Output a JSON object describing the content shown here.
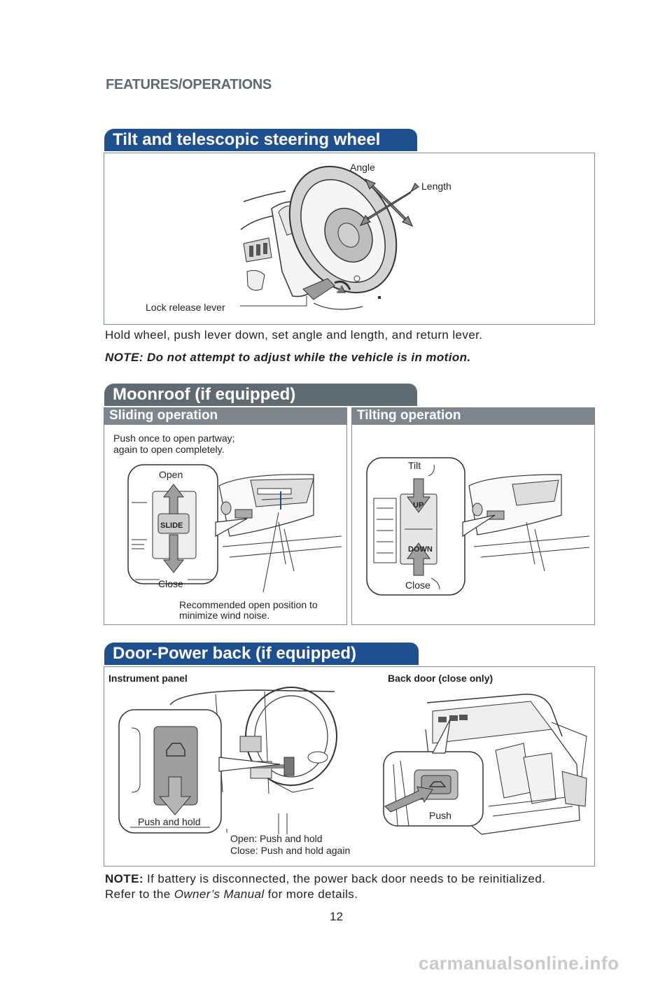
{
  "header": {
    "section": "FEATURES/OPERATIONS"
  },
  "steering": {
    "title": "Tilt and telescopic steering wheel",
    "labels": {
      "angle": "Angle",
      "length": "Length",
      "lock": "Lock release lever"
    },
    "instruction": "Hold wheel, push lever down, set angle and length, and return lever.",
    "note": "NOTE: Do not attempt to adjust while the vehicle is in motion."
  },
  "moonroof": {
    "title": "Moonroof (if equipped)",
    "sliding": {
      "title": "Sliding operation",
      "push_line1": "Push once to open partway;",
      "push_line2": "again to open completely.",
      "open": "Open",
      "button": "SLIDE",
      "close": "Close",
      "rec_line1": "Recommended open position to",
      "rec_line2": "minimize wind noise."
    },
    "tilting": {
      "title": "Tilting operation",
      "tilt": "Tilt",
      "up": "UP",
      "down": "DOWN",
      "close": "Close"
    }
  },
  "powerback": {
    "title": "Door-Power back (if equipped)",
    "instrument_panel": "Instrument panel",
    "back_door": "Back door (close only)",
    "push_hold": "Push and hold",
    "open_line": "Open: Push and hold",
    "close_line": "Close: Push and hold again",
    "push": "Push",
    "note_label": "NOTE:",
    "note_text": " If battery is disconnected, the power back door needs to be reinitialized.",
    "refer_pre": "Refer to the ",
    "refer_manual": "Owner’s Manual",
    "refer_post": " for more details."
  },
  "footer": {
    "page_number": "12",
    "watermark": "carmanualsonline.info"
  }
}
